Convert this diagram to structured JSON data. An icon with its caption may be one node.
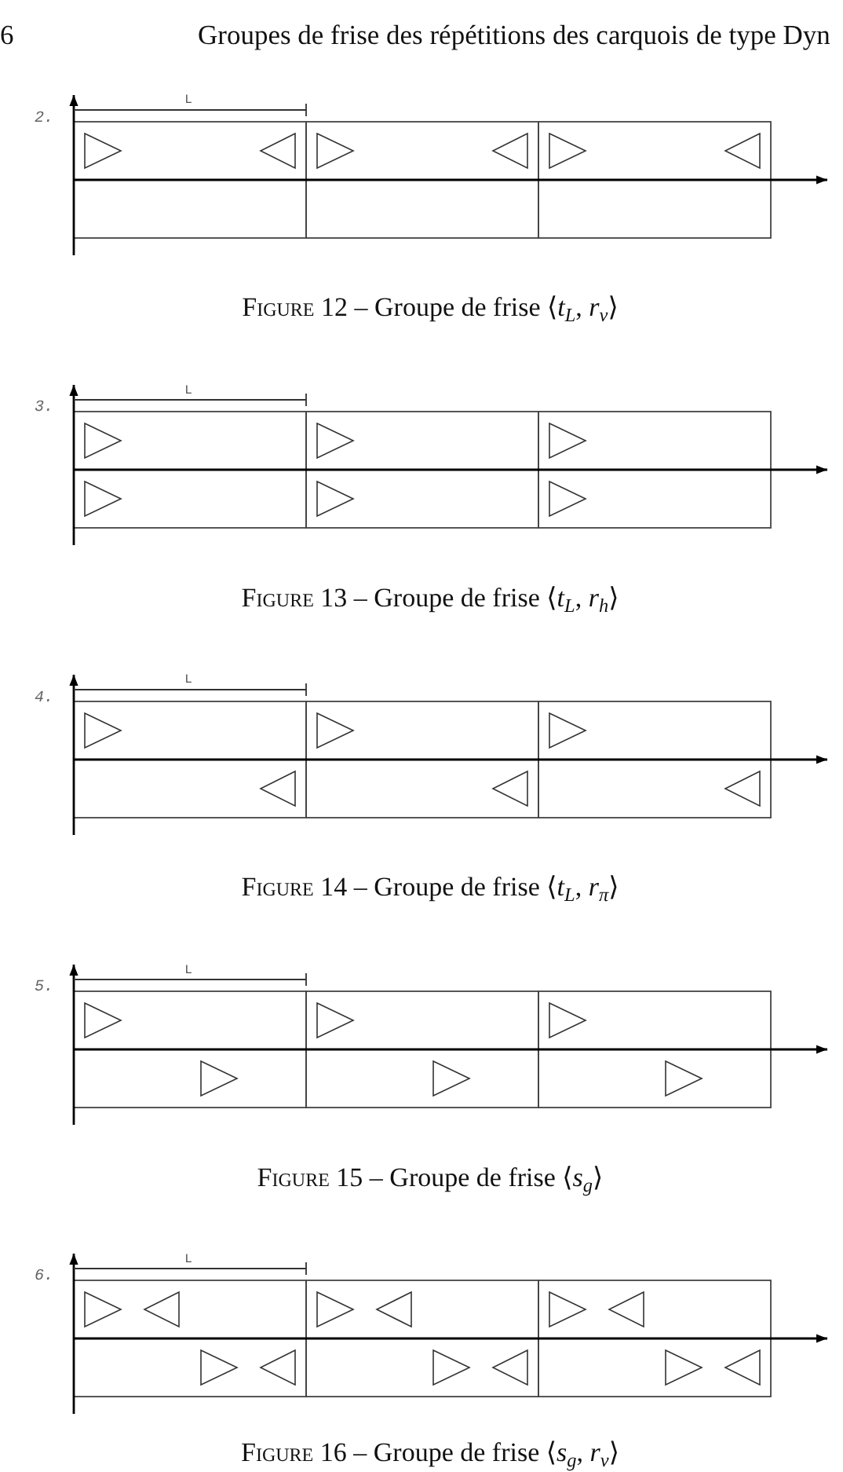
{
  "diagram": {
    "labels": [
      "6",
      "Groupes de frise des répétitions des carquois de type Dyn",
      "L",
      "2.",
      "Figure 12 – Groupe de frise ⟨*t*$_{L}$, *r*$_{v}$⟩",
      "L",
      "3.",
      "Figure 13 – Groupe de frise ⟨*t*$_{L}$, *r*$_{h}$⟩",
      "L",
      "4.",
      "Figure 14 – Groupe de frise ⟨*t*$_{L}$, *r*$_{π}$⟩",
      "L",
      "5.",
      "Figure 15 – Groupe de frise ⟨*s*$_{g}$⟩",
      "L",
      "6.",
      "Figure 16 – Groupe de frise ⟨*s*$_{g}$, *r*$_{v}$⟩"
    ]
  }
}
